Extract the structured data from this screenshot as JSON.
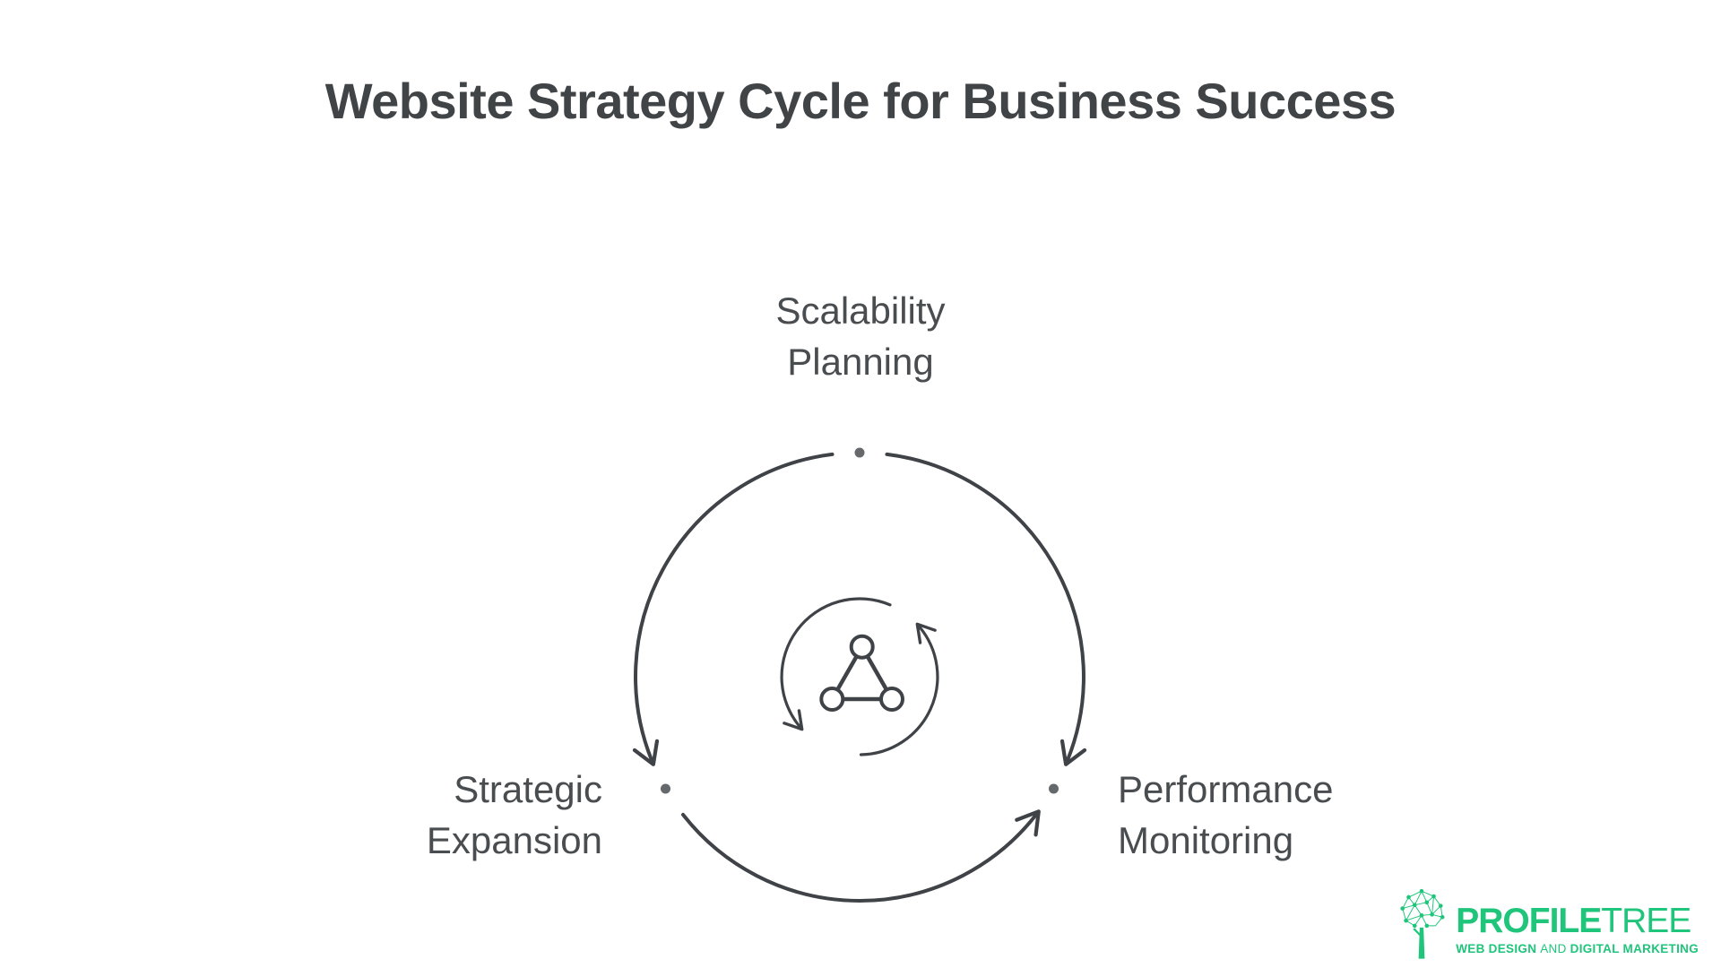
{
  "title": "Website Strategy Cycle for Business Success",
  "diagram": {
    "type": "cycle",
    "nodes": [
      {
        "id": "scalability-planning",
        "label": "Scalability Planning",
        "label_lines": [
          "Scalability",
          "Planning"
        ],
        "position": "top"
      },
      {
        "id": "strategic-expansion",
        "label": "Strategic Expansion",
        "label_lines": [
          "Strategic",
          "Expansion"
        ],
        "position": "bottom-left"
      },
      {
        "id": "performance-monitoring",
        "label": "Performance Monitoring",
        "label_lines": [
          "Performance",
          "Monitoring"
        ],
        "position": "bottom-right"
      }
    ],
    "edges": [
      {
        "from": "Scalability Planning",
        "to": "Strategic Expansion",
        "path": "left-side-arc"
      },
      {
        "from": "Scalability Planning",
        "to": "Performance Monitoring",
        "path": "right-side-arc"
      },
      {
        "from": "Strategic Expansion",
        "to": "Performance Monitoring",
        "path": "bottom-arc"
      }
    ],
    "center_icon": "sync-network-icon"
  },
  "branding": {
    "logo_text_primary": "PROFILE",
    "logo_text_secondary": "TREE",
    "tagline_parts": [
      "WEB DESIGN",
      "AND",
      "DIGITAL MARKETING"
    ]
  },
  "colors": {
    "ink_title": "#414447",
    "ink_label": "#4A4D50",
    "stroke": "#3F4347",
    "node_dot": "#66696C",
    "brand_green": "#1FC57A",
    "background": "#FFFFFF"
  }
}
